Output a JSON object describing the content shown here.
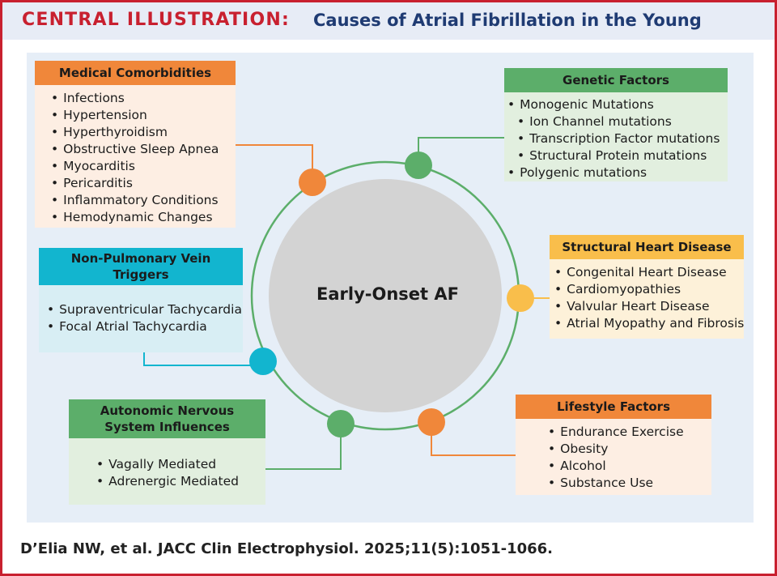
{
  "header": {
    "lead": "CENTRAL ILLUSTRATION:",
    "title": "Causes of Atrial Fibrillation in the Young"
  },
  "center": {
    "label": "Early-Onset AF"
  },
  "colors": {
    "accent_red": "#c8202f",
    "title_blue": "#1f3b73",
    "orange": "#f0873a",
    "green": "#5cae6a",
    "cyan": "#12b5cf",
    "yellow": "#f9be4b",
    "ring": "#5cae6a",
    "center_fill": "#d3d3d3"
  },
  "boxes": {
    "medical": {
      "title": "Medical Comorbidities",
      "items": [
        "Infections",
        "Hypertension",
        "Hyperthyroidism",
        "Obstructive Sleep Apnea",
        "Myocarditis",
        "Pericarditis",
        "Inflammatory Conditions",
        "Hemodynamic Changes"
      ]
    },
    "genetic": {
      "title": "Genetic Factors",
      "items": [
        "Monogenic Mutations",
        "Ion Channel mutations",
        "Transcription Factor mutations",
        "Structural Protein mutations",
        "Polygenic mutations"
      ]
    },
    "nonpv": {
      "title": "Non-Pulmonary Vein Triggers",
      "items": [
        "Supraventricular Tachycardia",
        "Focal Atrial Tachycardia"
      ]
    },
    "structural": {
      "title": "Structural Heart Disease",
      "items": [
        "Congenital Heart Disease",
        "Cardiomyopathies",
        "Valvular Heart Disease",
        "Atrial Myopathy and Fibrosis"
      ]
    },
    "autonomic": {
      "title": "Autonomic Nervous System Influences",
      "items": [
        "Vagally Mediated",
        "Adrenergic Mediated"
      ]
    },
    "lifestyle": {
      "title": "Lifestyle Factors",
      "items": [
        "Endurance Exercise",
        "Obesity",
        "Alcohol",
        "Substance Use"
      ]
    }
  },
  "footer": {
    "citation": "D’Elia NW, et al. JACC Clin Electrophysiol. 2025;11(5):1051-1066."
  }
}
